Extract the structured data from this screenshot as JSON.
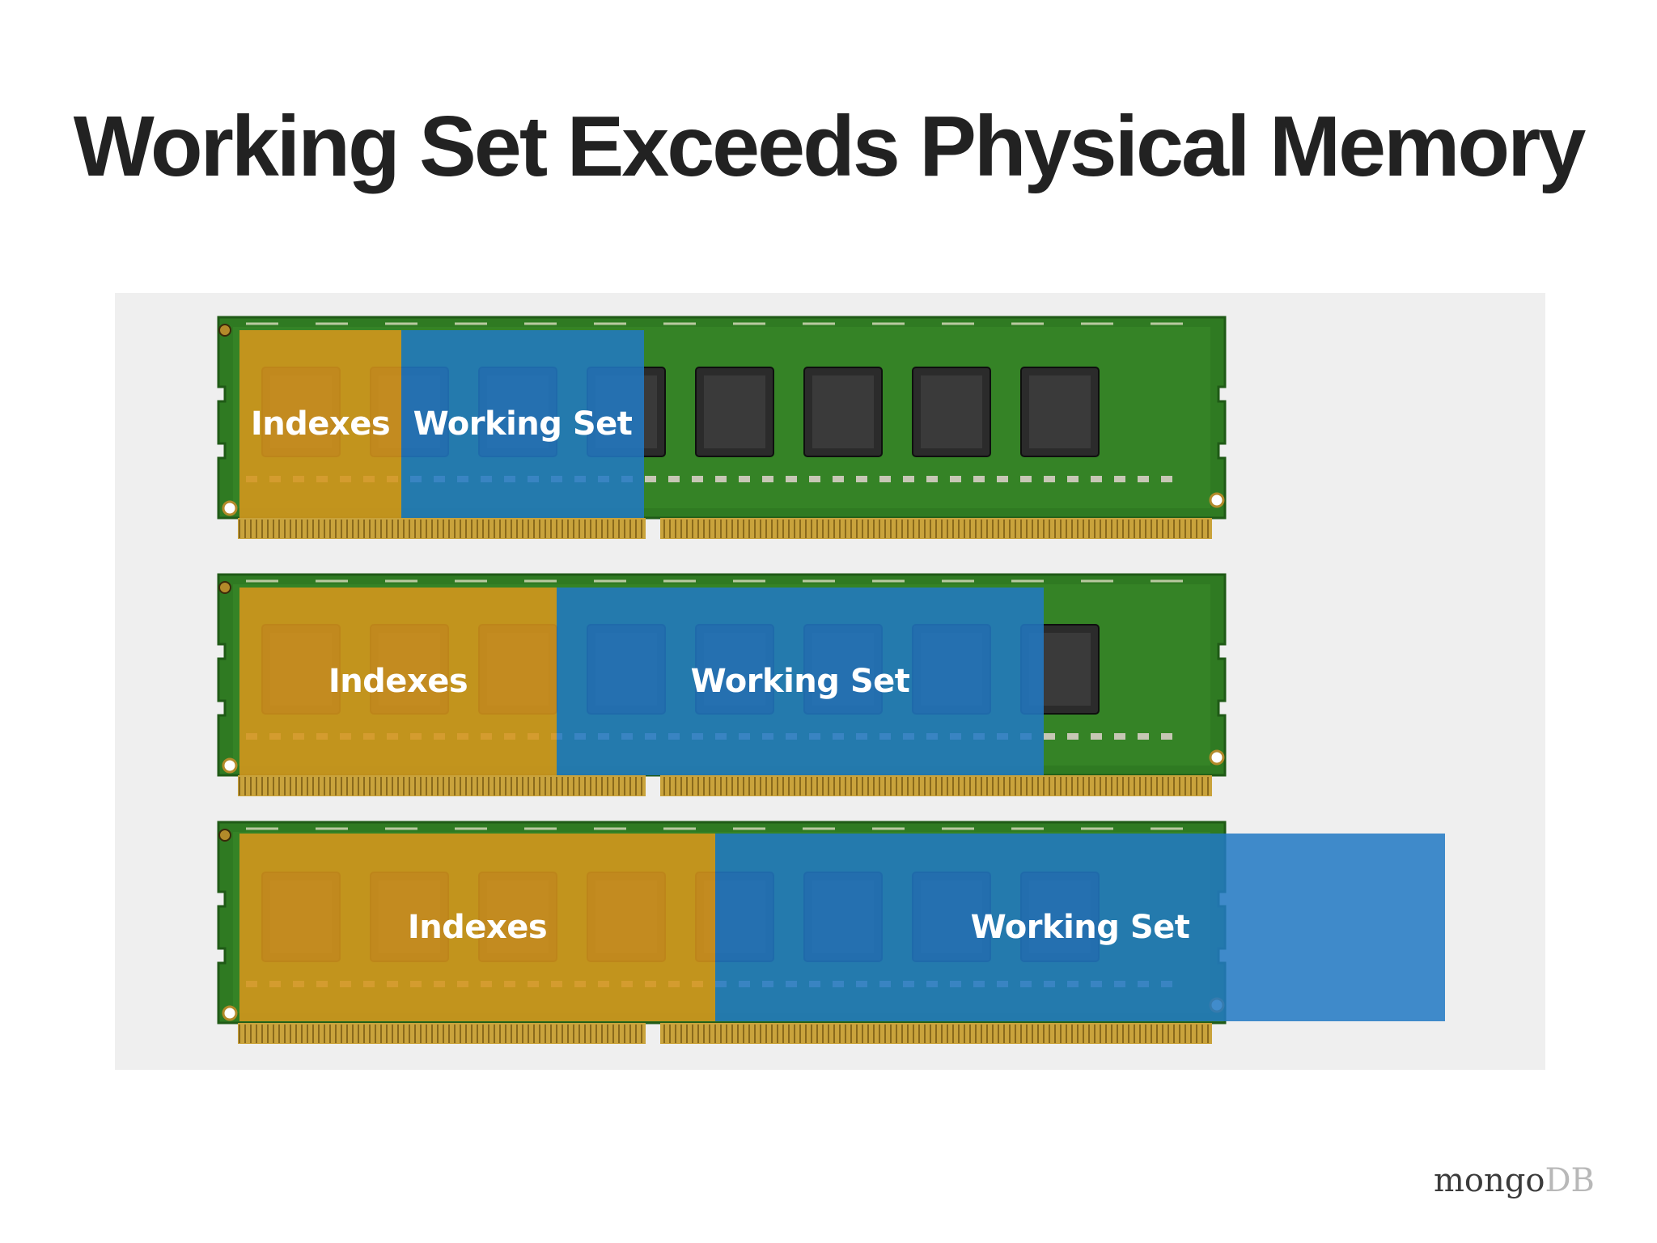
{
  "slide": {
    "title": "Working Set Exceeds Physical Memory"
  },
  "colors": {
    "indexes": "#d6961c",
    "working_set": "#2279c4",
    "pcb_green": "#2f7a22",
    "background_panel": "#efefef"
  },
  "modules": [
    {
      "indexes_label": "Indexes",
      "working_set_label": "Working Set"
    },
    {
      "indexes_label": "Indexes",
      "working_set_label": "Working Set"
    },
    {
      "indexes_label": "Indexes",
      "working_set_label": "Working Set"
    }
  ],
  "logo": {
    "part1": "mongo",
    "part2": "DB"
  }
}
